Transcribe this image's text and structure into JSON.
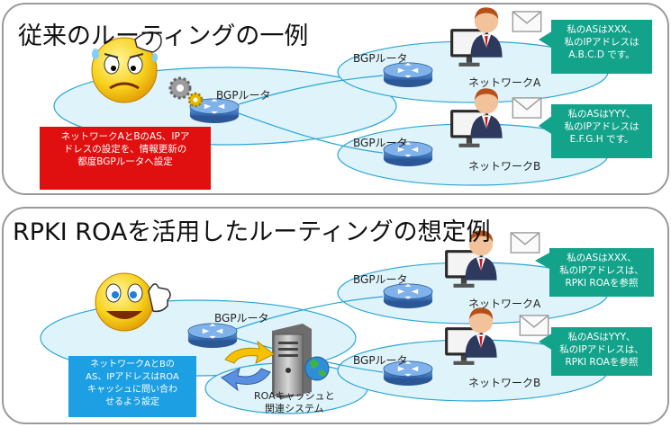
{
  "panel1": {
    "title": "従来のルーティングの一例",
    "router_label_center": "BGPルータ",
    "router_label_a": "BGPルータ",
    "router_label_b": "BGPルータ",
    "network_a": "ネットワークA",
    "network_b": "ネットワークB",
    "note_red": [
      "ネットワークAとBのAS、IPア",
      "ドレスの設定を、情報更新の",
      "都度BGPルータへ設定"
    ],
    "msg_a": [
      "私のASはXXX、",
      "私のIPアドレスは",
      "A.B.C.D です。"
    ],
    "msg_b": [
      "私のASはYYY、",
      "私のIPアドレスは",
      "E.F.G.H です。"
    ]
  },
  "panel2": {
    "title": "RPKI ROAを活用したルーティングの想定例",
    "router_label_center": "BGPルータ",
    "router_label_a": "BGPルータ",
    "router_label_b": "BGPルータ",
    "network_a": "ネットワークA",
    "network_b": "ネットワークB",
    "cache_label": [
      "ROAキャッシュと",
      "関連システム"
    ],
    "note_blue": [
      "ネットワークAとBの",
      "AS、IPアドレスはROA",
      "キャッシュに問い合わ",
      "せるよう設定"
    ],
    "msg_a": [
      "私のASはXXX、",
      "私のIPアドレスは、",
      "RPKI ROAを参照"
    ],
    "msg_b": [
      "私のASはYYY、",
      "私のIPアドレスは、",
      "RPKI ROAを参照"
    ]
  },
  "icons": [
    "router-icon",
    "person-icon",
    "monitor-icon",
    "envelope-icon",
    "worried-face-icon",
    "smiling-face-icon",
    "gear-icon",
    "server-icon",
    "globe-icon",
    "sync-arrow-icon"
  ],
  "colors": {
    "red_note": "#e01010",
    "teal_message": "#13a28a",
    "blue_note": "#1c9fe3",
    "network_fill": "#dff3fa",
    "network_edge": "#2aa6d6",
    "router_blue": "#3f7fc6"
  }
}
